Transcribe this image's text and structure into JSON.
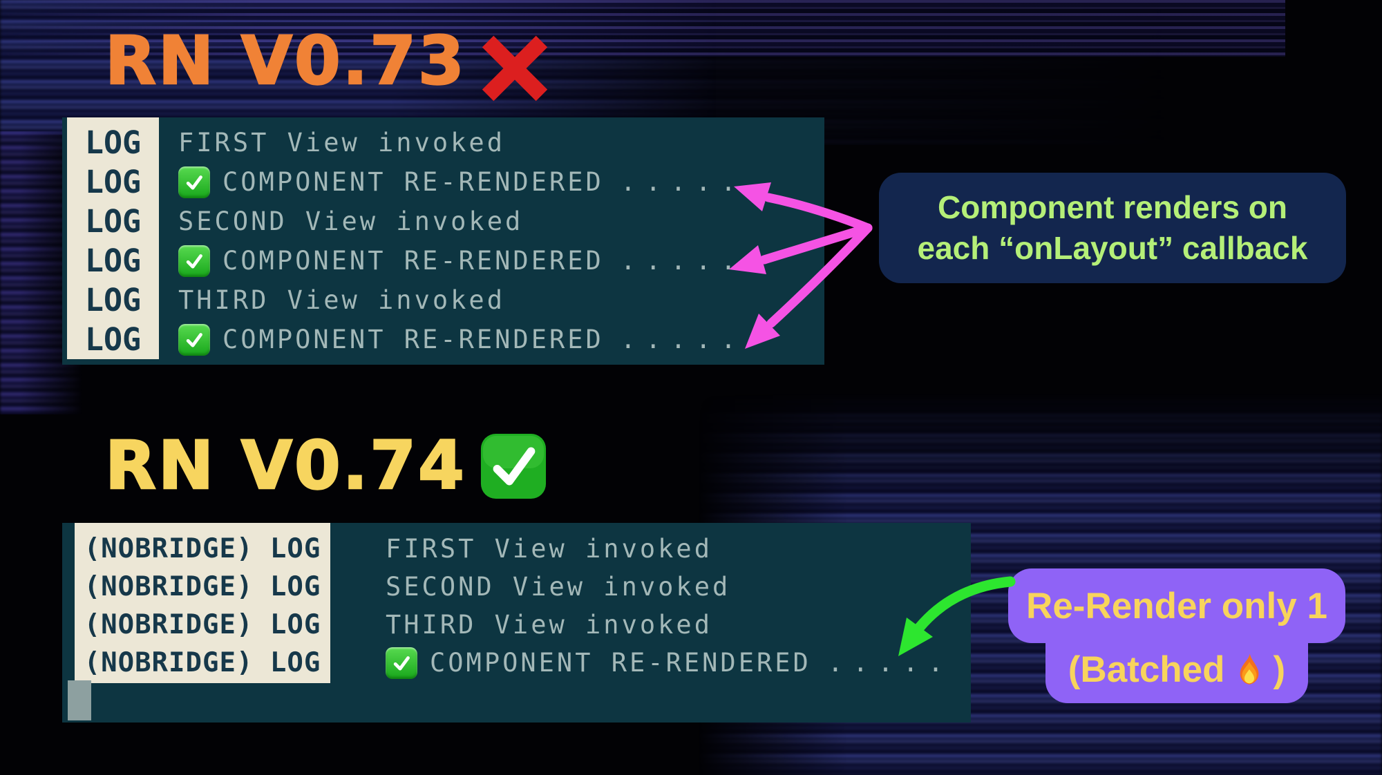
{
  "sections": {
    "old": {
      "title": "RN V0.73",
      "title_color": "#f08236",
      "status_icon": "cross-mark",
      "console": {
        "gutter_label": "LOG",
        "rows": [
          {
            "text": "FIRST View invoked"
          },
          {
            "text": "COMPONENT RE-RENDERED",
            "dots": ".....",
            "checked": true
          },
          {
            "text": "SECOND View invoked"
          },
          {
            "text": "COMPONENT RE-RENDERED",
            "dots": ".....",
            "checked": true
          },
          {
            "text": "THIRD View invoked"
          },
          {
            "text": "COMPONENT RE-RENDERED",
            "dots": ".....",
            "checked": true
          }
        ]
      },
      "callout": {
        "line1": "Component renders on",
        "line2": "each “onLayout” callback",
        "bg_color": "#13264e",
        "text_color": "#b5ef78",
        "arrow_color": "#f553e4",
        "arrow_count": 3
      }
    },
    "new": {
      "title": "RN V0.74",
      "title_color": "#f7d55f",
      "status_icon": "check-mark",
      "console": {
        "gutter_label": "(NOBRIDGE) LOG",
        "rows": [
          {
            "text": "FIRST View invoked"
          },
          {
            "text": "SECOND View invoked"
          },
          {
            "text": "THIRD View invoked"
          },
          {
            "text": "COMPONENT RE-RENDERED",
            "dots": ".....",
            "checked": true
          }
        ]
      },
      "callout": {
        "line1": "Re-Render only 1",
        "line2_before": "(Batched",
        "line2_after": ")",
        "fire_icon": "fire-icon",
        "bg_color": "#8f63f6",
        "text_color": "#f8d45c",
        "arrow_color": "#2de62f",
        "arrow_count": 1
      }
    }
  },
  "console_theme": {
    "gutter_bg": "#ece7d6",
    "gutter_text": "#16384a",
    "body_bg": "#0d3541",
    "body_text": "#a3b8b8",
    "check_green": "#22b323",
    "cursor_color": "#8da0a0"
  }
}
